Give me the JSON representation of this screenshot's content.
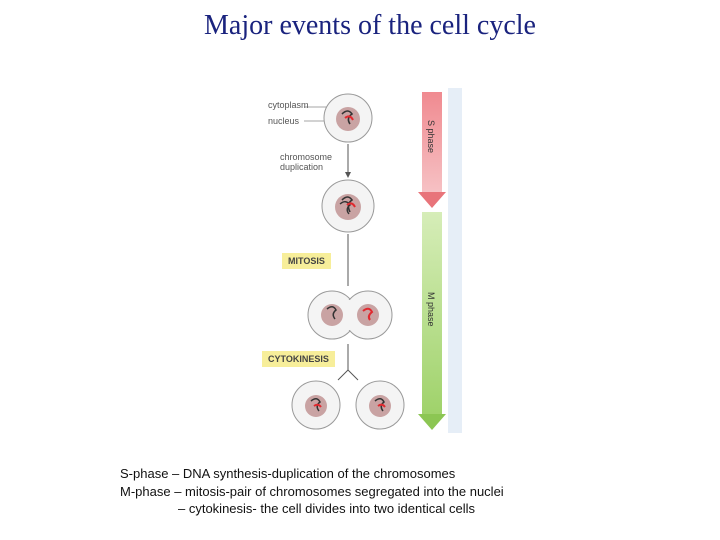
{
  "title": "Major events of the cell cycle",
  "diagram": {
    "labels": {
      "cytoplasm": "cytoplasm",
      "nucleus": "nucleus",
      "chromosome_duplication_1": "chromosome",
      "chromosome_duplication_2": "duplication",
      "mitosis": "MITOSIS",
      "cytokinesis": "CYTOKINESIS",
      "s_phase": "S phase",
      "m_phase": "M phase"
    },
    "colors": {
      "s_phase_arrow": "#e8747a",
      "m_phase_arrow": "#a6d96a",
      "tag_background": "#f7ee9a",
      "nucleus": "#c9a3a3",
      "chromosome": "#e0292f"
    }
  },
  "caption": {
    "line1": "S-phase – DNA synthesis-duplication of the chromosomes",
    "line2": "M-phase – mitosis-pair of chromosomes segregated into the nuclei",
    "line3": "– cytokinesis- the cell divides into two identical cells"
  }
}
